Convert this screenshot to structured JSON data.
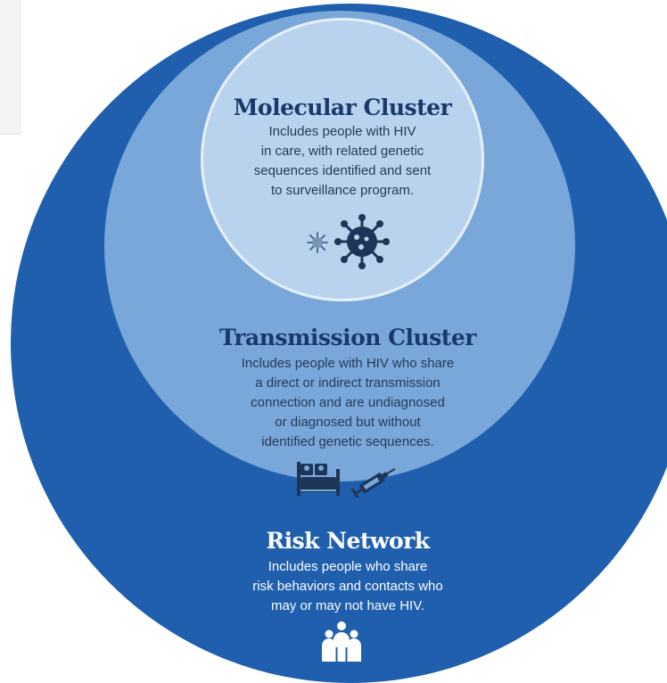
{
  "colors": {
    "risk_network": "#1f5fae",
    "transmission_cluster": "#7aa7d9",
    "molecular_cluster": "#b9d3ee",
    "dark_text": "#183a6b",
    "light_text": "#ffffff"
  },
  "molecular_cluster": {
    "title": "Molecular Cluster",
    "description_lines": [
      "Includes people with HIV",
      "in care, with related genetic",
      "sequences identified and sent",
      "to surveillance program."
    ],
    "icons": [
      "virus-small-icon",
      "virus-large-icon"
    ]
  },
  "transmission_cluster": {
    "title": "Transmission Cluster",
    "description_lines": [
      "Includes people with HIV who share",
      "a direct or indirect transmission",
      "connection and are undiagnosed",
      "or diagnosed but without",
      "identified genetic sequences."
    ],
    "icons": [
      "bed-couple-icon",
      "syringe-icon"
    ]
  },
  "risk_network": {
    "title": "Risk Network",
    "description_lines": [
      "Includes people who share",
      "risk behaviors and contacts who",
      "may or may not have HIV."
    ],
    "icons": [
      "people-group-icon"
    ]
  }
}
